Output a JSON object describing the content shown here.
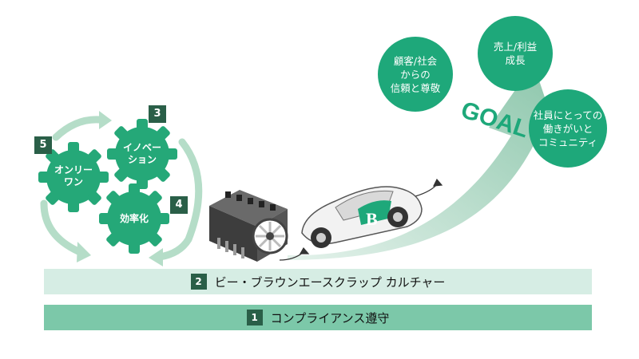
{
  "gears": [
    {
      "badge": "5",
      "label": "オンリー\nワン"
    },
    {
      "badge": "3",
      "label": "イノベー\nション"
    },
    {
      "badge": "4",
      "label": "効率化"
    }
  ],
  "goal_text": "GOAL",
  "goal_circles": [
    {
      "text": "顧客/社会\nからの\n信頼と尊敬"
    },
    {
      "text": "売上/利益\n成長"
    },
    {
      "text": "社員にとっての\n働きがいと\nコミュニティ"
    }
  ],
  "car_logo": "B",
  "bands": [
    {
      "num": "2",
      "text": "ビー・ブラウンエースクラップ カルチャー",
      "color": "#d6ede4"
    },
    {
      "num": "1",
      "text": "コンプライアンス遵守",
      "color": "#7cc8a9"
    }
  ],
  "colors": {
    "gear": "#25a878",
    "dark_badge": "#2a5f48",
    "circle": "#1ea87a",
    "cycle_arrow": "#b5ddc8",
    "goal_arrow": "#9fcfb8"
  }
}
